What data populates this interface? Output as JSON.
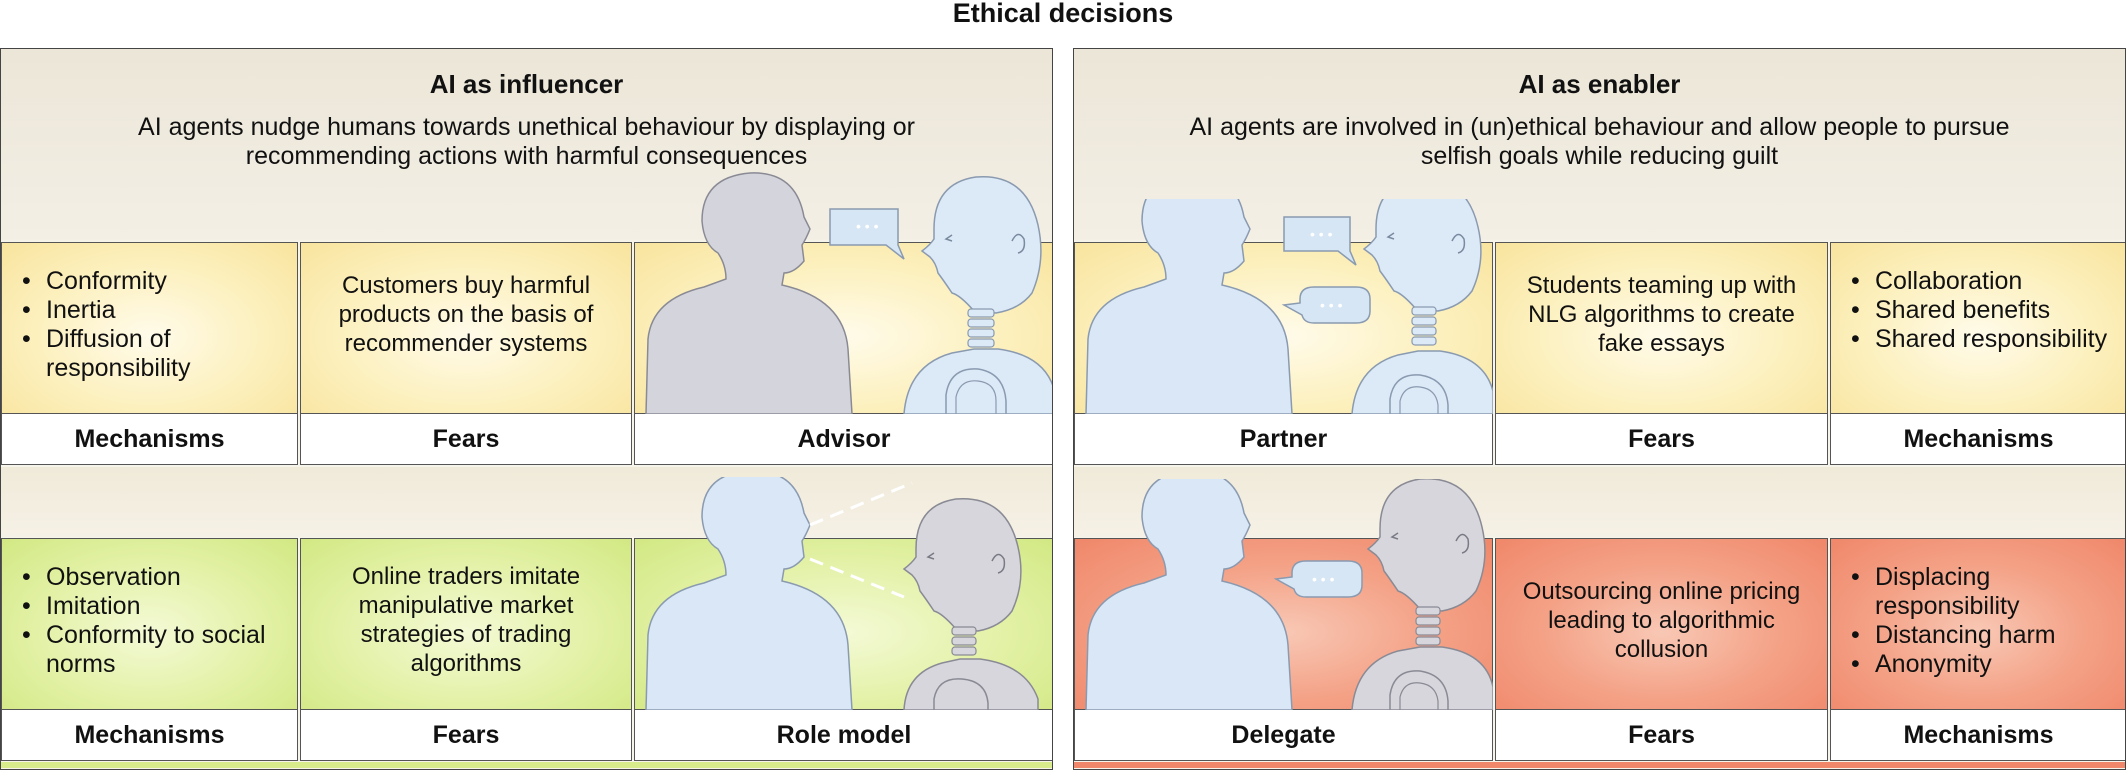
{
  "title": "Ethical decisions",
  "colors": {
    "yellow": "#fcf0bd",
    "green": "#e2f1a5",
    "red": "#f4a287",
    "human": "#d9e7f6",
    "robot": "#dce9f6",
    "grey_figure": "#d6d6dc"
  },
  "left_panel": {
    "title": "AI as influencer",
    "description": "AI agents nudge humans towards unethical behaviour by displaying or recommending actions with harmful consequences",
    "advisor": {
      "mechanisms": [
        "Conformity",
        "Inertia",
        "Diffusion of responsibility"
      ],
      "fears": "Customers buy harmful products on the basis of recommender systems",
      "mechanisms_label": "Mechanisms",
      "fears_label": "Fears",
      "role_label": "Advisor",
      "speech": "..."
    },
    "role_model": {
      "mechanisms": [
        "Observation",
        "Imitation",
        "Conformity to social norms"
      ],
      "fears": "Online traders imitate manipulative market strategies of trading algorithms",
      "mechanisms_label": "Mechanisms",
      "fears_label": "Fears",
      "role_label": "Role model"
    }
  },
  "right_panel": {
    "title": "AI as enabler",
    "description": "AI agents are involved in (un)ethical behaviour and allow people to pursue selfish goals while reducing guilt",
    "partner": {
      "role_label": "Partner",
      "fears": "Students teaming up with NLG algorithms to create fake essays",
      "fears_label": "Fears",
      "mechanisms": [
        "Collaboration",
        "Shared benefits",
        "Shared responsibility"
      ],
      "mechanisms_label": "Mechanisms",
      "speech_robot": "...",
      "speech_human": "..."
    },
    "delegate": {
      "role_label": "Delegate",
      "fears": "Outsourcing online pricing leading to algorithmic collusion",
      "fears_label": "Fears",
      "mechanisms": [
        "Displacing responsibility",
        "Distancing harm",
        "Anonymity"
      ],
      "mechanisms_label": "Mechanisms",
      "speech_human": "..."
    }
  }
}
